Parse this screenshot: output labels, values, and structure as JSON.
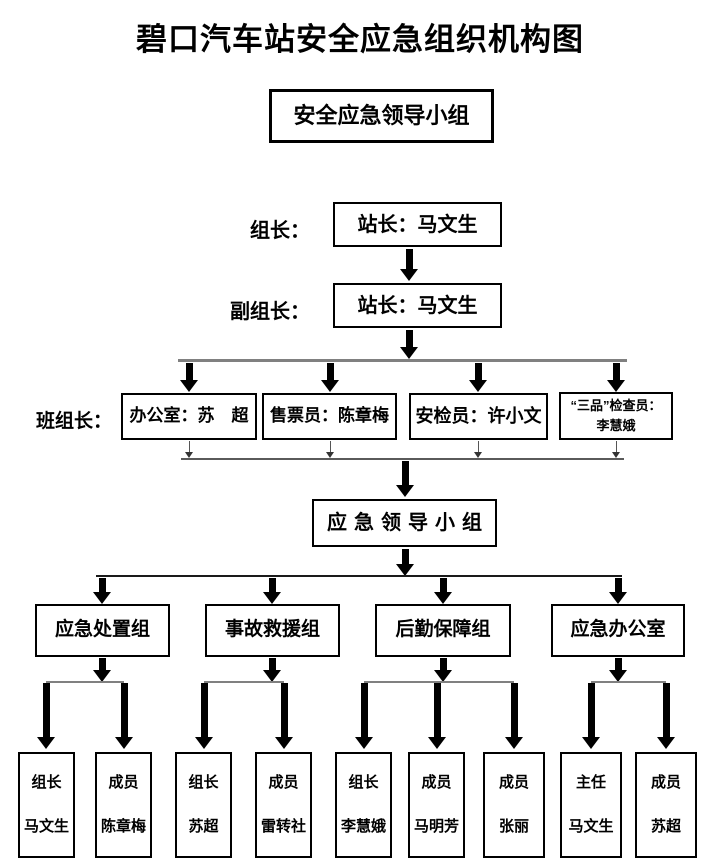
{
  "title": "碧口汽车站安全应急组织机构图",
  "colors": {
    "connector_gray": "#808080",
    "connector_black": "#000000",
    "box_border": "#000000"
  },
  "top_box": {
    "label": "安全应急领导小组"
  },
  "leader_row": {
    "label": "组长：",
    "box_label": "站长：马文生"
  },
  "deputy_row": {
    "label": "副组长：",
    "box_label": "站长：马文生"
  },
  "foreman_row": {
    "label": "班组长：",
    "boxes": [
      {
        "label": "办公室：苏　超"
      },
      {
        "label": "售票员：陈章梅"
      },
      {
        "label": "安检员：许小文"
      },
      {
        "label_line1": "“三品”检查员：",
        "label_line2": "李慧娥"
      }
    ]
  },
  "middle_box": {
    "label": "应急领导小组"
  },
  "groups": [
    {
      "label": "应急处置组",
      "members": [
        {
          "role": "组长",
          "name": "马文生"
        },
        {
          "role": "成员",
          "name": "陈章梅"
        }
      ]
    },
    {
      "label": "事故救援组",
      "members": [
        {
          "role": "组长",
          "name": "苏超"
        },
        {
          "role": "成员",
          "name": "雷转社"
        }
      ]
    },
    {
      "label": "后勤保障组",
      "members": [
        {
          "role": "组长",
          "name": "李慧娥"
        },
        {
          "role": "成员",
          "name": "马明芳"
        },
        {
          "role": "成员",
          "name": "张丽"
        }
      ]
    },
    {
      "label": "应急办公室",
      "members": [
        {
          "role": "主任",
          "name": "马文生"
        },
        {
          "role": "成员",
          "name": "苏超"
        }
      ]
    }
  ]
}
